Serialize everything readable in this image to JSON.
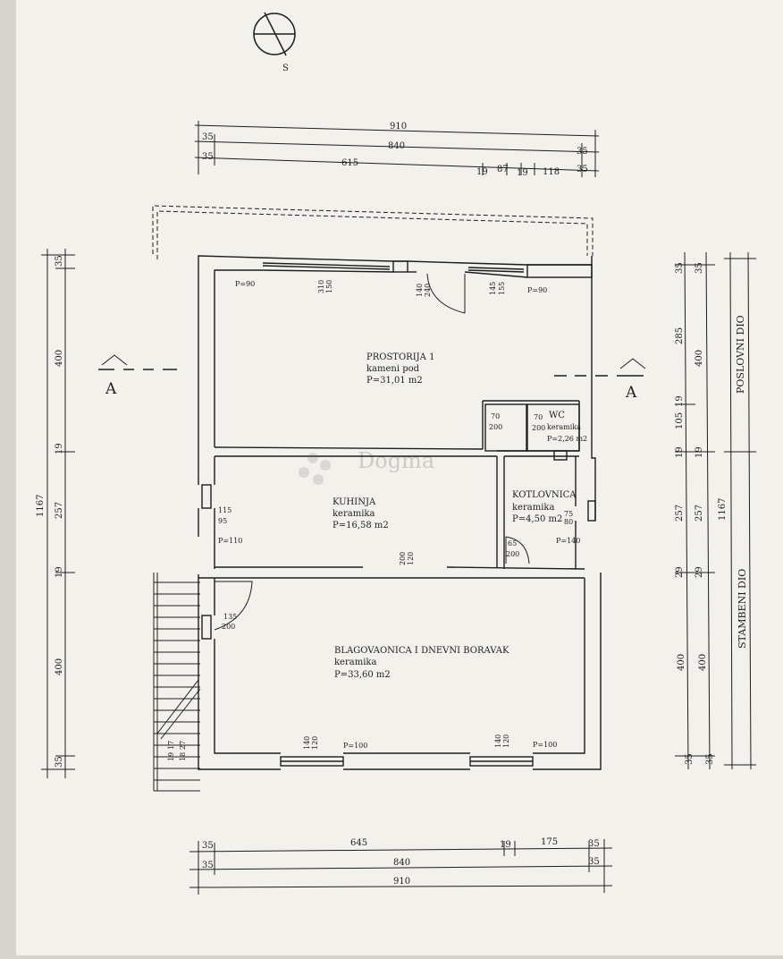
{
  "compass": {
    "label": "S"
  },
  "section": {
    "left": "A",
    "right": "A"
  },
  "dims_top": {
    "total": "910",
    "inner": "840",
    "segment": "615",
    "wall_left_1": "35",
    "wall_left_2": "35",
    "wall_right_1": "35",
    "wall_right_2": "35",
    "s19a": "19",
    "s87": "87",
    "s19b": "19",
    "s118": "118"
  },
  "dims_bottom": {
    "s645": "645",
    "s19": "19",
    "s175": "175",
    "inner": "840",
    "total": "910",
    "wall_left_1": "35",
    "wall_left_2": "35",
    "wall_right_1": "35",
    "wall_right_2": "35"
  },
  "dims_left": {
    "total": "1167",
    "s400a": "400",
    "s19a": "19",
    "s257": "257",
    "s19b": "19",
    "s400b": "400",
    "s35a": "35",
    "s35b": "35"
  },
  "dims_right": {
    "s285": "285",
    "s400a": "400",
    "s105": "105",
    "s19a": "19",
    "s19b": "19",
    "s19c": "19",
    "s257a": "257",
    "s257b": "257",
    "s29a": "29",
    "s29b": "29",
    "s400b": "400",
    "s400c": "400",
    "total": "1167",
    "s35a": "35",
    "s35b": "35",
    "s35c": "35",
    "s35d": "35",
    "label_top": "POSLOVNI DIO",
    "label_bottom": "STAMBENI DIO"
  },
  "rooms": {
    "prostorija": {
      "name": "PROSTORIJA 1",
      "floor": "kameni pod",
      "area": "P=31,01 m2"
    },
    "wc": {
      "name": "WC",
      "floor": "keramika",
      "area": "P=2,26 m2"
    },
    "kuhinja": {
      "name": "KUHINJA",
      "floor": "keramika",
      "area": "P=16,58 m2"
    },
    "kotlovnica": {
      "name": "KOTLOVNICA",
      "floor": "keramika",
      "area": "P=4,50 m2"
    },
    "boravak": {
      "name": "BLAGOVAONICA I DNEVNI BORAVAK",
      "floor": "keramika",
      "area": "P=33,60 m2"
    }
  },
  "openings": {
    "p90a": "P=90",
    "p90b": "P=90",
    "p110": "P=110",
    "p140": "P=140",
    "p100a": "P=100",
    "p100b": "P=100",
    "w1a": "310",
    "w1b": "150",
    "d1a": "140",
    "d1b": "240",
    "w2a": "145",
    "w2b": "155",
    "wc70a": "70",
    "wc200a": "200",
    "wc70b": "70",
    "wc200b": "200",
    "k115": "115",
    "k95": "95",
    "kd200": "200",
    "kd120": "120",
    "kot75": "75",
    "kot80": "80",
    "kot65": "65",
    "kot200": "200",
    "b135": "135",
    "b200": "200",
    "bw140a": "140",
    "bw120a": "120",
    "bw140b": "140",
    "bw120b": "120",
    "st1": "19",
    "st2": "17",
    "st3": "18",
    "st4": "27"
  },
  "watermark": {
    "text": "Dogma"
  },
  "colors": {
    "paper": "#f3f1ec",
    "ink": "#1d1d1d",
    "background": "#d6d4cf"
  }
}
